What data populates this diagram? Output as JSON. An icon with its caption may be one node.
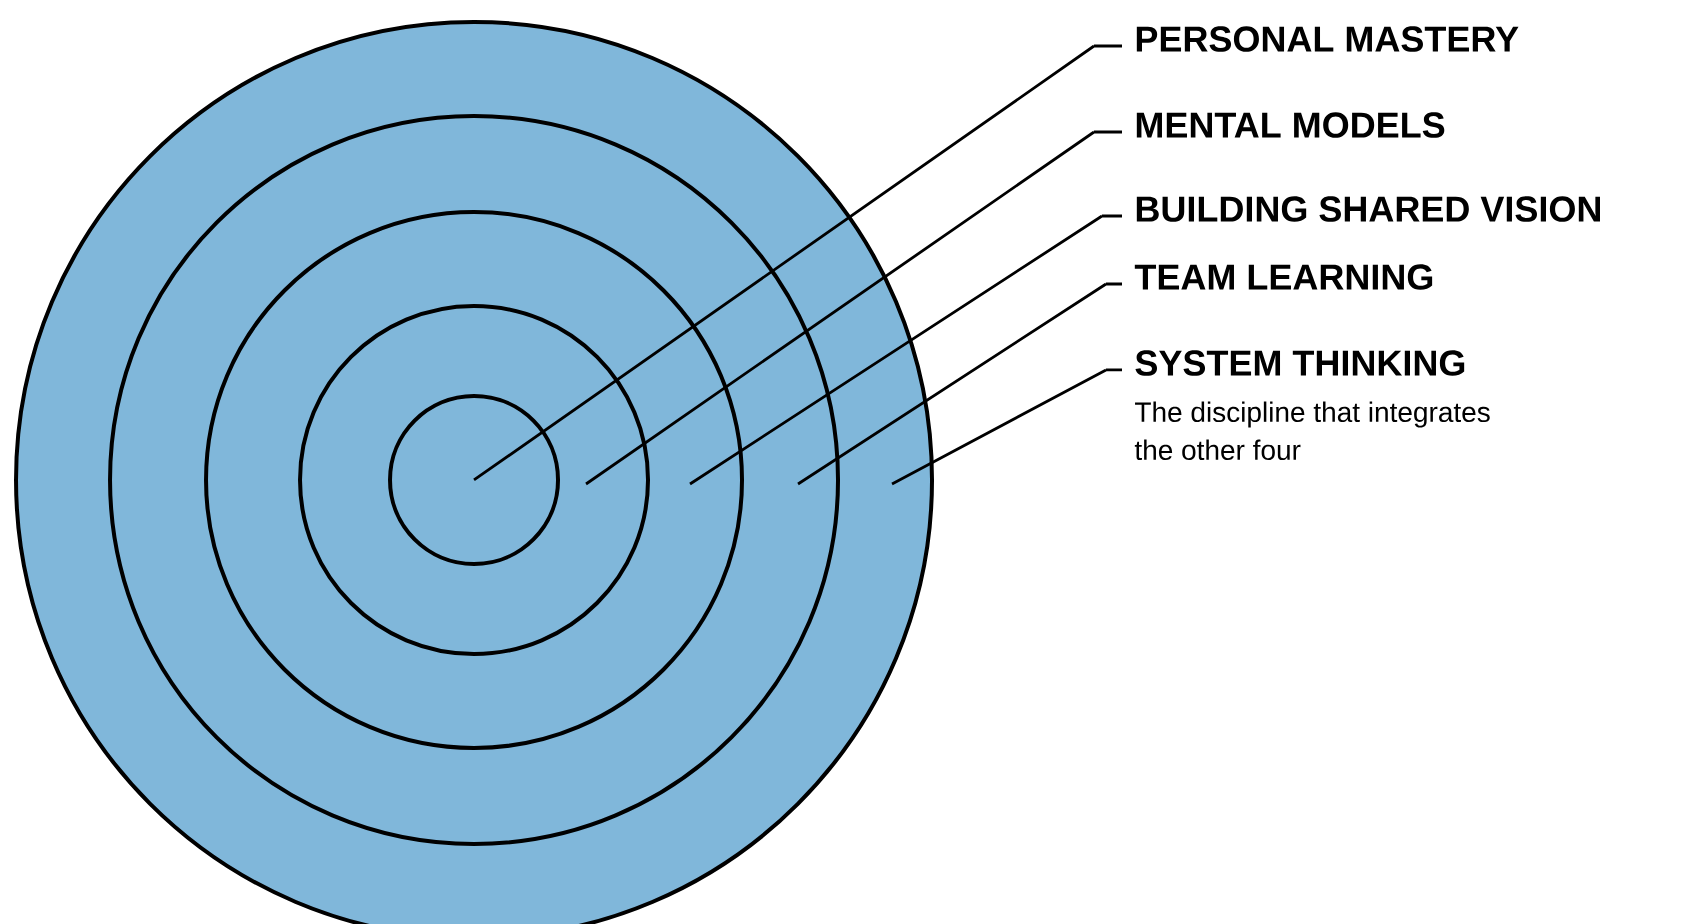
{
  "diagram": {
    "nodes": [
      {
        "text": [],
        "shape": "circle"
      },
      {
        "text": [],
        "shape": "circle",
        "in": 0
      },
      {
        "text": [],
        "shape": "circle",
        "in": 1
      },
      {
        "text": [],
        "shape": "circle",
        "in": 2
      },
      {
        "text": [],
        "shape": "circle",
        "in": 3
      },
      {
        "text": [
          "PERSONAL MASTERY"
        ]
      },
      {
        "text": [
          "MENTAL MODELS"
        ]
      },
      {
        "text": [
          "BUILDING SHARED VISION"
        ]
      },
      {
        "text": [
          "TEAM LEARNING"
        ]
      },
      {
        "text": [
          "SYSTEM THINKING",
          "The discipline that integrates the other four"
        ]
      }
    ],
    "edges": [
      {
        "from": 5,
        "to": 4,
        "arrow": "none"
      },
      {
        "from": 6,
        "to": 3,
        "arrow": "none"
      },
      {
        "from": 7,
        "to": 2,
        "arrow": "none"
      },
      {
        "from": 8,
        "to": 1,
        "arrow": "none"
      },
      {
        "from": 9,
        "to": 0,
        "arrow": "none"
      }
    ]
  }
}
